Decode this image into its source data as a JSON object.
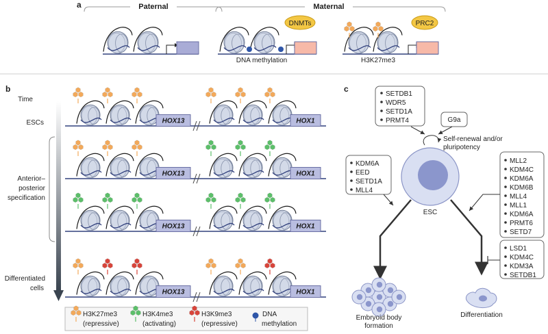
{
  "panel_a": {
    "label": "a",
    "paternal": "Paternal",
    "maternal": "Maternal",
    "dnmts": "DNMTs",
    "prc2": "PRC2",
    "dna_methylation": "DNA methylation",
    "h3k27me3": "H3K27me3"
  },
  "panel_b": {
    "label": "b",
    "time": "Time",
    "escs": "ESCs",
    "ap_spec": [
      "Anterior–",
      "posterior",
      "specification"
    ],
    "differentiated": [
      "Differentiated",
      "cells"
    ],
    "hox13": "HOX13",
    "hox1": "HOX1",
    "legend": {
      "k27": [
        "H3K27me3",
        "(repressive)"
      ],
      "k4": [
        "H3K4me3",
        "(activating)"
      ],
      "k9": [
        "H3K9me3",
        "(repressive)"
      ],
      "dnam": [
        "DNA",
        "methylation"
      ]
    }
  },
  "panel_c": {
    "label": "c",
    "top_box": [
      "SETDB1",
      "WDR5",
      "SETD1A",
      "PRMT4"
    ],
    "g9a": "G9a",
    "self_renewal": [
      "Self-renewal and/or",
      "pluripotency"
    ],
    "left_box": [
      "KDM6A",
      "EED",
      "SETD1A",
      "MLL4"
    ],
    "right_box": [
      "MLL2",
      "KDM4C",
      "KDM6A",
      "KDM6B",
      "MLL4",
      "MLL1",
      "KDM6A",
      "PRMT6",
      "SETD7"
    ],
    "lower_right_box": [
      "LSD1",
      "KDM4C",
      "KDM3A",
      "SETDB1"
    ],
    "esc": "ESC",
    "embryoid": [
      "Embryoid body",
      "formation"
    ],
    "differentiation": "Differentiation"
  },
  "colors": {
    "k27": "#f3a95a",
    "k4": "#5cbf6a",
    "k9": "#d8453b",
    "dna_methyl": "#2f56a8",
    "dnmt_box": "#f3c744",
    "box_paternal": "#a9acd6",
    "box_maternal": "#f7b9a8",
    "hox_box": "#b9bde0",
    "nucleosome": "#d3dae8",
    "dna_line": "#31407d",
    "cell": "#d9dff2",
    "nucleus": "#8b96cc"
  }
}
